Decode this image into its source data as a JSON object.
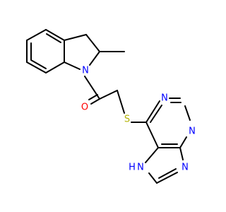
{
  "molecule": {
    "atom_labels": {
      "indoline_n": "N",
      "carbonyl_o": "O",
      "thioether_s": "S",
      "purine_n1": "N",
      "purine_n3": "N",
      "purine_n9": "N",
      "purine_n7h": "H",
      "purine_n7n": "N"
    },
    "colors": {
      "N": "#0000ff",
      "O": "#ff0000",
      "S": "#b2b200",
      "bond": "#000000"
    }
  }
}
